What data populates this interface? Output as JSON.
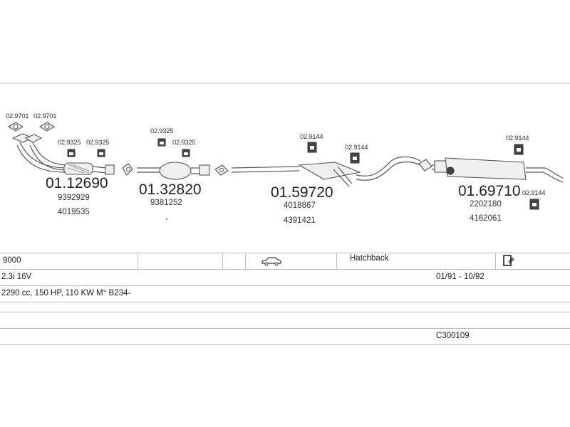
{
  "diagram": {
    "clamps": [
      {
        "label": "02.9701"
      },
      {
        "label": "02.9701"
      },
      {
        "label": "02.9325"
      },
      {
        "label": "02.9325"
      },
      {
        "label": "02.9325"
      },
      {
        "label": "02.9325"
      },
      {
        "label": "02.9144"
      },
      {
        "label": "02.9144"
      },
      {
        "label": "02.9144"
      },
      {
        "label": "02.9144"
      }
    ],
    "parts": [
      {
        "number": "01.12690",
        "oem": [
          "9392929",
          "4019535"
        ]
      },
      {
        "number": "01.32820",
        "oem": [
          "9381252"
        ]
      },
      {
        "number": "01.59720",
        "oem": [
          "4018867",
          "4391421"
        ]
      },
      {
        "number": "01.69710",
        "oem": [
          "2202180",
          "4162061"
        ]
      }
    ]
  },
  "vehicle": {
    "model": "9000",
    "body_type": "Hatchback",
    "body_icon": "car-silhouette-icon",
    "doc_icon": "document-edit-icon",
    "engine": "2.3i 16V",
    "years": "01/91 - 10/92",
    "details": "2290 cc, 150 HP, 110 KW M° B234-",
    "code": "C300109"
  }
}
